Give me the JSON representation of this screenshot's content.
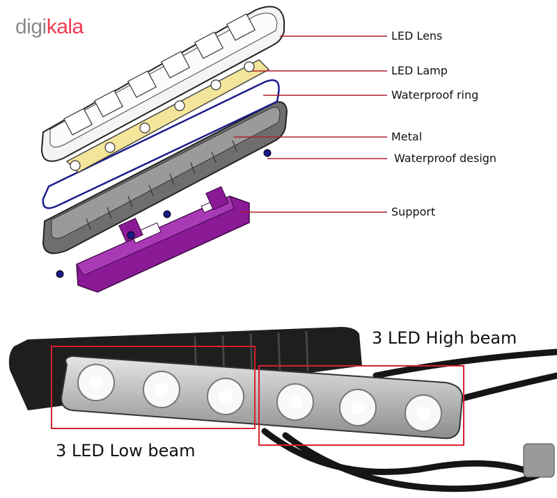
{
  "brand": {
    "logo_gray": "digi",
    "logo_red": "kala",
    "logo_red_color": "#ef394e",
    "logo_gray_color": "#8a8a8a"
  },
  "diagram": {
    "callouts": [
      {
        "id": "led-lens",
        "label": "LED Lens"
      },
      {
        "id": "led-lamp",
        "label": "LED Lamp"
      },
      {
        "id": "waterproof-ring",
        "label": "Waterproof ring"
      },
      {
        "id": "metal",
        "label": "Metal"
      },
      {
        "id": "waterproof-design",
        "label": "Waterproof design"
      },
      {
        "id": "support",
        "label": "Support"
      }
    ],
    "leader_color": "#b01e2a",
    "support_color": "#8a1a96",
    "ring_color": "#1a1a8c",
    "pcb_color": "#f3e59a"
  },
  "photo": {
    "high_beam_label": "3 LED High beam",
    "low_beam_label": "3 LED Low beam",
    "box_color": "#d6202f"
  }
}
